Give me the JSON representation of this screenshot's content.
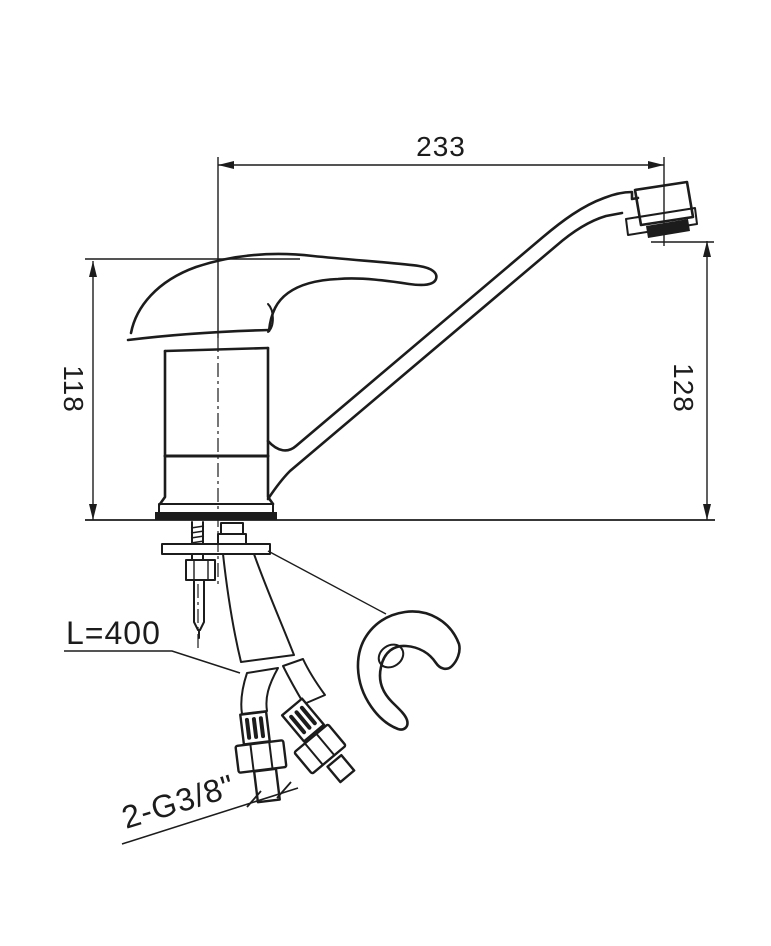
{
  "drawing": {
    "subject": "Single-lever kitchen sink mixer tap - side elevation with under-counter installation parts",
    "view": "side elevation technical drawing"
  },
  "dimensions": {
    "spout_reach": "233",
    "body_height": "118",
    "spout_outlet_height": "128"
  },
  "annotations": {
    "hose_length": "L=400",
    "hose_thread": "2-G3/8\""
  },
  "colors": {
    "line": "#1c1c1c",
    "background": "#ffffff"
  }
}
